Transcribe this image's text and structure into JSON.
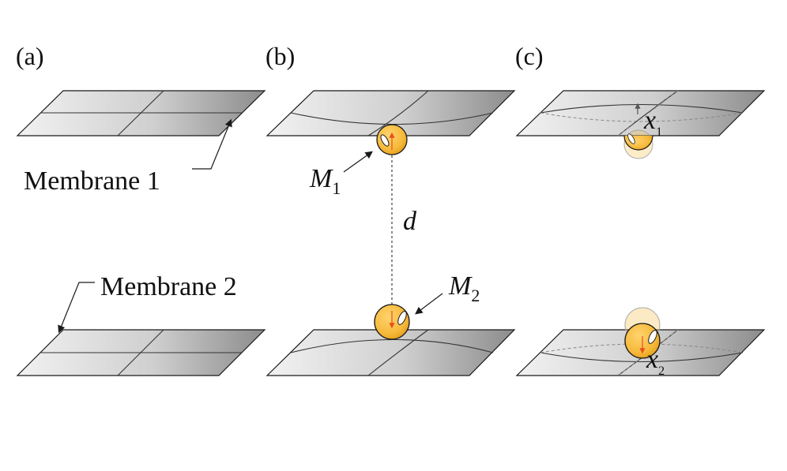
{
  "panels": {
    "a": {
      "label": "(a)"
    },
    "b": {
      "label": "(b)"
    },
    "c": {
      "label": "(c)"
    }
  },
  "labels": {
    "membrane1": "Membrane 1",
    "membrane2": "Membrane 2",
    "mass1": "M",
    "mass1_sub": "1",
    "mass2": "M",
    "mass2_sub": "2",
    "distance": "d",
    "disp1": "x",
    "disp1_sub": "1",
    "disp2": "x",
    "disp2_sub": "2"
  },
  "colors": {
    "sphere": "#f6b93a",
    "sphere_edge": "#1a1a1a",
    "arrow_red": "#e8501c",
    "arrow_grey": "#666666",
    "membrane_light": "#f2f2f2",
    "membrane_dark": "#8a8a8a"
  }
}
